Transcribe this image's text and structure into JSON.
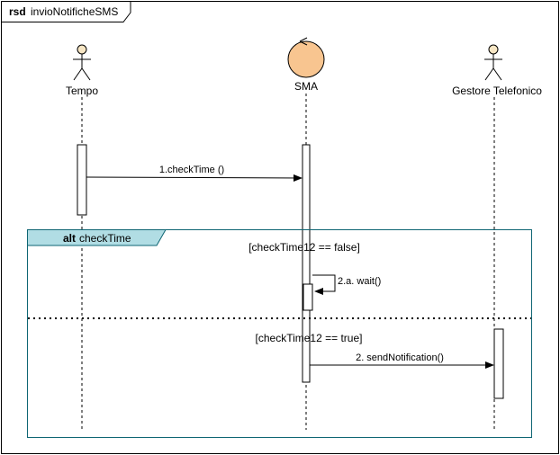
{
  "frame": {
    "keyword": "rsd",
    "name": "invioNotificheSMS"
  },
  "participants": [
    {
      "id": "tempo",
      "label": "Tempo",
      "kind": "actor"
    },
    {
      "id": "sma",
      "label": "SMA",
      "kind": "control"
    },
    {
      "id": "gestore",
      "label": "Gestore Telefonico",
      "kind": "actor"
    }
  ],
  "fragment": {
    "operator": "alt",
    "name": "checkTime",
    "guards": [
      "[checkTime12 == false]",
      "[checkTime12 == true]"
    ]
  },
  "messages": [
    {
      "label": "1.checkTime ()",
      "from": "tempo",
      "to": "sma"
    },
    {
      "label": "2.a. wait()",
      "from": "sma",
      "to": "sma"
    },
    {
      "label": "2. sendNotification()",
      "from": "sma",
      "to": "gestore"
    }
  ],
  "colors": {
    "line": "#000000",
    "fragment_border": "#0e6573",
    "fragment_tab": "#b1dde4",
    "control_fill": "#f8c590",
    "actor_fill": "#f7e6c4",
    "activation_fill": "#ffffff"
  }
}
